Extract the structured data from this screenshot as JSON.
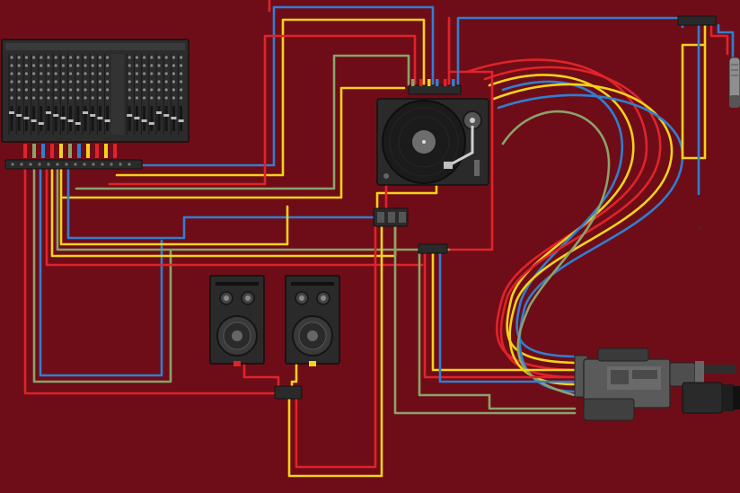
{
  "colors": {
    "background": "#6e0d17",
    "cable_red": "#e0232a",
    "cable_yellow": "#f3d21a",
    "cable_blue": "#2f7fd1",
    "cable_green": "#8aa36c",
    "device_dark": "#2a2a2a",
    "device_mid": "#444444",
    "device_light": "#777777"
  },
  "devices": [
    {
      "name": "mixing-console",
      "icon": "mixer-icon"
    },
    {
      "name": "turntable",
      "icon": "turntable-icon"
    },
    {
      "name": "speaker-left",
      "icon": "speaker-icon"
    },
    {
      "name": "speaker-right",
      "icon": "speaker-icon"
    },
    {
      "name": "video-camera",
      "icon": "camera-icon"
    },
    {
      "name": "microphone",
      "icon": "microphone-icon"
    }
  ]
}
